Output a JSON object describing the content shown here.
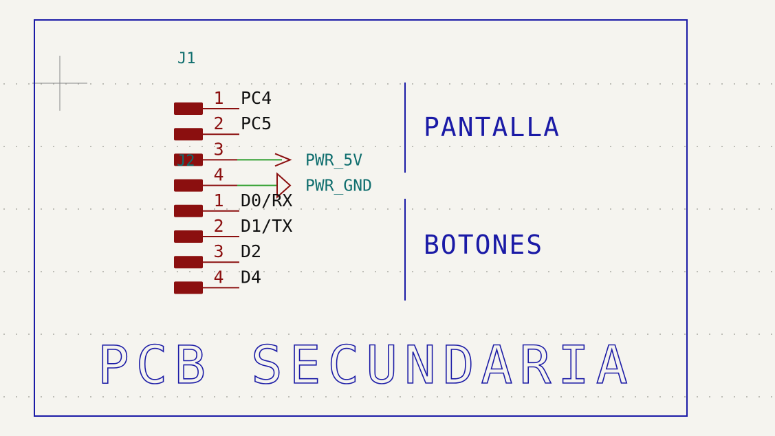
{
  "colors": {
    "background": "#f5f4ef",
    "grid_dot": "#bdbdb6",
    "frame": "#1a1aa6",
    "annotation_text": "#1a1aa6",
    "pin": "#8b0f0f",
    "ref_text": "#0f6e6e",
    "wire": "#2e9e2e",
    "net_text": "#111111",
    "cursor": "#888888"
  },
  "schematic": {
    "title": "PCB SECUNDARIA",
    "ref_j1": "J1",
    "ref_j2": "J2",
    "group_pantalla": "PANTALLA",
    "group_botones": "BOTONES",
    "connector_j1": [
      {
        "pin": "1",
        "net": "PC4",
        "type": "net"
      },
      {
        "pin": "2",
        "net": "PC5",
        "type": "net"
      },
      {
        "pin": "3",
        "net": "PWR_5V",
        "type": "power_5v"
      },
      {
        "pin": "4",
        "net": "PWR_GND",
        "type": "power_gnd"
      }
    ],
    "connector_j2": [
      {
        "pin": "1",
        "net": "D0/RX",
        "type": "net"
      },
      {
        "pin": "2",
        "net": "D1/TX",
        "type": "net"
      },
      {
        "pin": "3",
        "net": "D2",
        "type": "net"
      },
      {
        "pin": "4",
        "net": "D4",
        "type": "net"
      }
    ]
  }
}
